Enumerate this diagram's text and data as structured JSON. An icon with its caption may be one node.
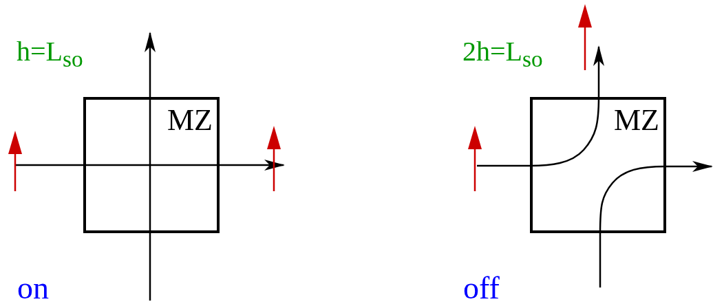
{
  "diagram": {
    "nodes": [
      {
        "text": [
          "MZ"
        ]
      },
      {
        "text": [
          "MZ"
        ]
      }
    ],
    "edges": [
      {
        "from": null,
        "to": 0,
        "arrow": "none"
      },
      {
        "from": 0,
        "to": null,
        "arrow": "to"
      },
      {
        "from": null,
        "to": 0,
        "arrow": "none"
      },
      {
        "from": 0,
        "to": null,
        "arrow": "to"
      },
      {
        "from": null,
        "to": 1,
        "arrow": "none"
      },
      {
        "from": 1,
        "to": null,
        "arrow": "to"
      },
      {
        "from": null,
        "to": 1,
        "arrow": "none"
      },
      {
        "from": 1,
        "to": null,
        "arrow": "to"
      }
    ],
    "labels": [
      "h=L$_{so}$",
      "on",
      "2h=L$_{so}$",
      "off"
    ]
  }
}
